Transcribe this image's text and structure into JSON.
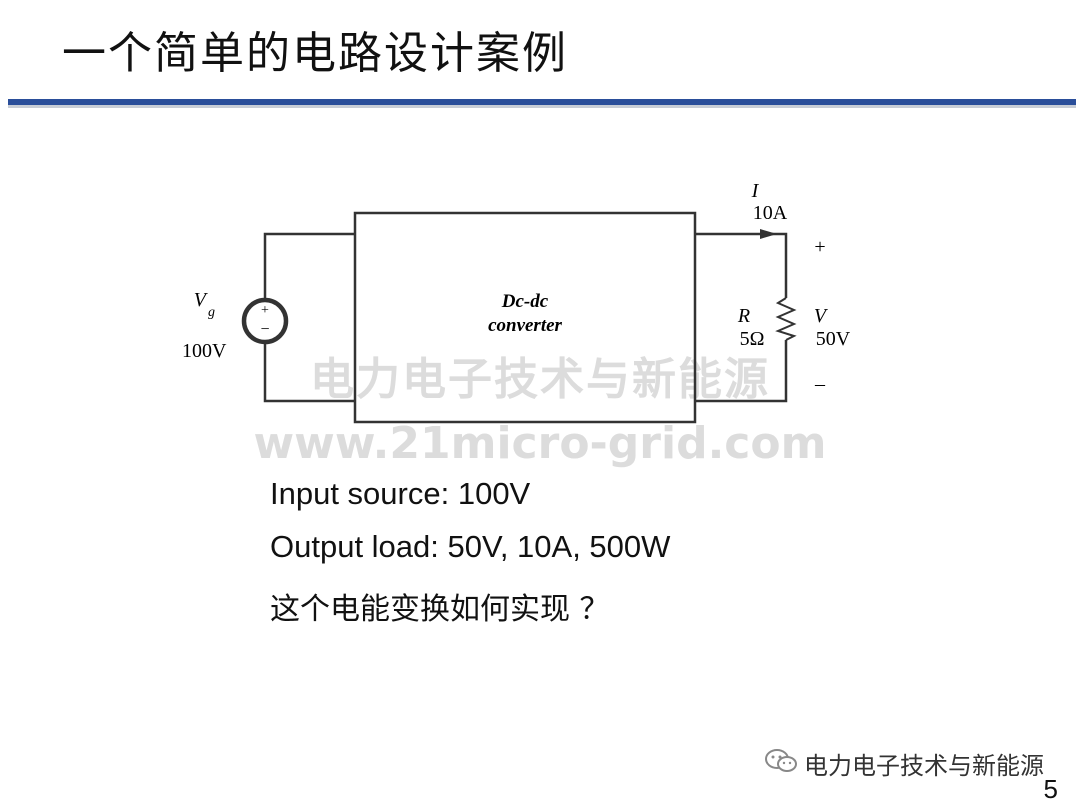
{
  "title": "一个简单的电路设计案例",
  "circuit": {
    "source_symbol": "V",
    "source_subscript": "g",
    "source_value": "100V",
    "source_plus": "+",
    "source_minus": "−",
    "converter_line1": "Dc-dc",
    "converter_line2": "converter",
    "current_symbol": "I",
    "current_value": "10A",
    "load_symbol": "R",
    "load_value": "5Ω",
    "voltage_symbol": "V",
    "voltage_value": "50V",
    "output_plus": "+",
    "output_minus": "–"
  },
  "watermark": {
    "line1": "电力电子技术与新能源",
    "line2": "www.21micro-grid.com"
  },
  "description": {
    "line1": "Input source: 100V",
    "line2": "Output load: 50V, 10A, 500W",
    "line3": "这个电能变换如何实现 ？"
  },
  "footer": {
    "brand": "电力电子技术与新能源",
    "brand_icon": "wechat-icon",
    "page_number": "5"
  },
  "colors": {
    "accent_rule": "#2a4e9a",
    "circuit_line": "#333333"
  }
}
